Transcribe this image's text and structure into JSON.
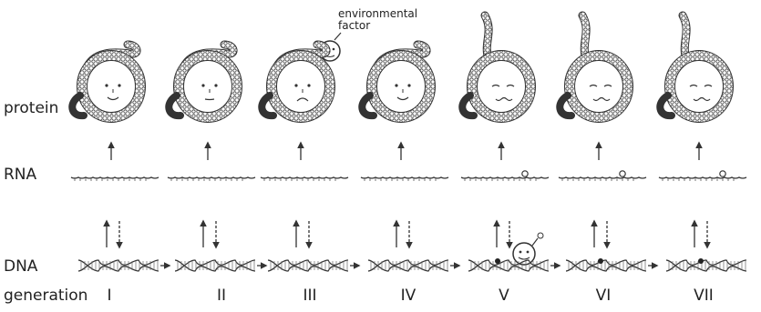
{
  "labels": {
    "protein": "protein",
    "rna": "RNA",
    "dna": "DNA",
    "generation": "generation",
    "environmental_factor": [
      "environmental",
      "factor"
    ]
  },
  "generations": [
    {
      "numeral": "I",
      "face": "smile",
      "methyl_rna": false,
      "methyl_dna": false
    },
    {
      "numeral": "II",
      "face": "neutral",
      "methyl_rna": false,
      "methyl_dna": false
    },
    {
      "numeral": "III",
      "face": "sad",
      "methyl_rna": false,
      "methyl_dna": false
    },
    {
      "numeral": "IV",
      "face": "smile",
      "methyl_rna": false,
      "methyl_dna": false
    },
    {
      "numeral": "V",
      "face": "squint",
      "methyl_rna": true,
      "methyl_dna": true
    },
    {
      "numeral": "VI",
      "face": "squint",
      "methyl_rna": true,
      "methyl_dna": true
    },
    {
      "numeral": "VII",
      "face": "squint",
      "methyl_rna": true,
      "methyl_dna": true
    }
  ],
  "colors": {
    "ink": "#333333",
    "light_ink": "#777777",
    "background": "#ffffff"
  }
}
